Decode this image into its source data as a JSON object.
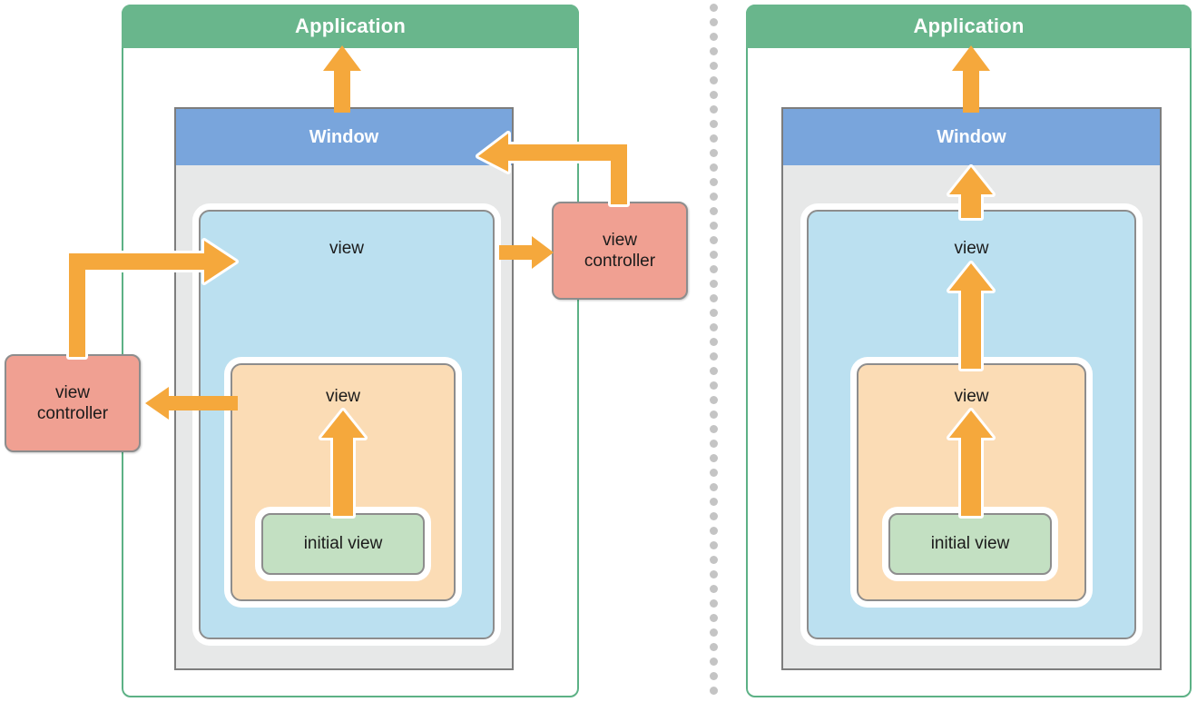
{
  "diagram": {
    "title": "View controller hierarchy and initial view loading",
    "type": "architecture-diagram",
    "panels": [
      {
        "id": "left",
        "name": "storyboard-loading-panel",
        "application": {
          "label": "Application"
        },
        "window": {
          "label": "Window"
        },
        "views": [
          {
            "id": "root-view",
            "label": "view",
            "color": "#bbe0f0"
          },
          {
            "id": "child-view",
            "label": "view",
            "color": "#fbdcb5"
          },
          {
            "id": "initial-view",
            "label": "initial view",
            "color": "#c3e0c2"
          }
        ],
        "controllers": [
          {
            "id": "outer-view-controller",
            "line1": "view",
            "line2": "controller",
            "color": "#f0a092"
          },
          {
            "id": "inner-view-controller",
            "line1": "view",
            "line2": "controller",
            "color": "#f0a092"
          }
        ],
        "arrows": [
          {
            "id": "window-to-application",
            "from": "Window",
            "to": "Application",
            "direction": "up"
          },
          {
            "id": "outer-controller-to-window",
            "from": "view controller",
            "to": "Window",
            "direction": "left"
          },
          {
            "id": "root-view-to-outer-controller",
            "from": "view",
            "to": "view controller",
            "direction": "right"
          },
          {
            "id": "inner-controller-to-root-view",
            "from": "view controller",
            "to": "view",
            "direction": "right"
          },
          {
            "id": "child-view-to-inner-controller",
            "from": "view",
            "to": "view controller",
            "direction": "left"
          },
          {
            "id": "initial-view-to-child-view",
            "from": "initial view",
            "to": "view",
            "direction": "up"
          }
        ]
      },
      {
        "id": "right",
        "name": "view-hierarchy-panel",
        "application": {
          "label": "Application"
        },
        "window": {
          "label": "Window"
        },
        "views": [
          {
            "id": "root-view",
            "label": "view",
            "color": "#bbe0f0"
          },
          {
            "id": "child-view",
            "label": "view",
            "color": "#fbdcb5"
          },
          {
            "id": "initial-view",
            "label": "initial view",
            "color": "#c3e0c2"
          }
        ],
        "controllers": [],
        "arrows": [
          {
            "id": "window-to-application",
            "from": "Window",
            "to": "Application",
            "direction": "up"
          },
          {
            "id": "root-view-to-window",
            "from": "view",
            "to": "Window",
            "direction": "up"
          },
          {
            "id": "child-view-to-root-view",
            "from": "view",
            "to": "view",
            "direction": "up"
          },
          {
            "id": "initial-view-to-child-view",
            "from": "initial view",
            "to": "view",
            "direction": "up"
          }
        ]
      }
    ],
    "divider": {
      "style": "dotted",
      "color": "#c4c4c4"
    },
    "colors": {
      "application": "#69b68c",
      "application_border": "#5cb185",
      "window_title": "#79a5dc",
      "window_body": "#e7e8e8",
      "window_border": "#7d7d7d",
      "view_blue": "#bbe0f0",
      "view_orange": "#fbdcb5",
      "view_green": "#c3e0c2",
      "view_controller": "#f0a092",
      "arrow": "#f5a83c",
      "arrow_outline": "#ffffff",
      "box_border": "#8d8d8d",
      "text_dark": "#1b1b1b",
      "text_light": "#ffffff"
    }
  }
}
